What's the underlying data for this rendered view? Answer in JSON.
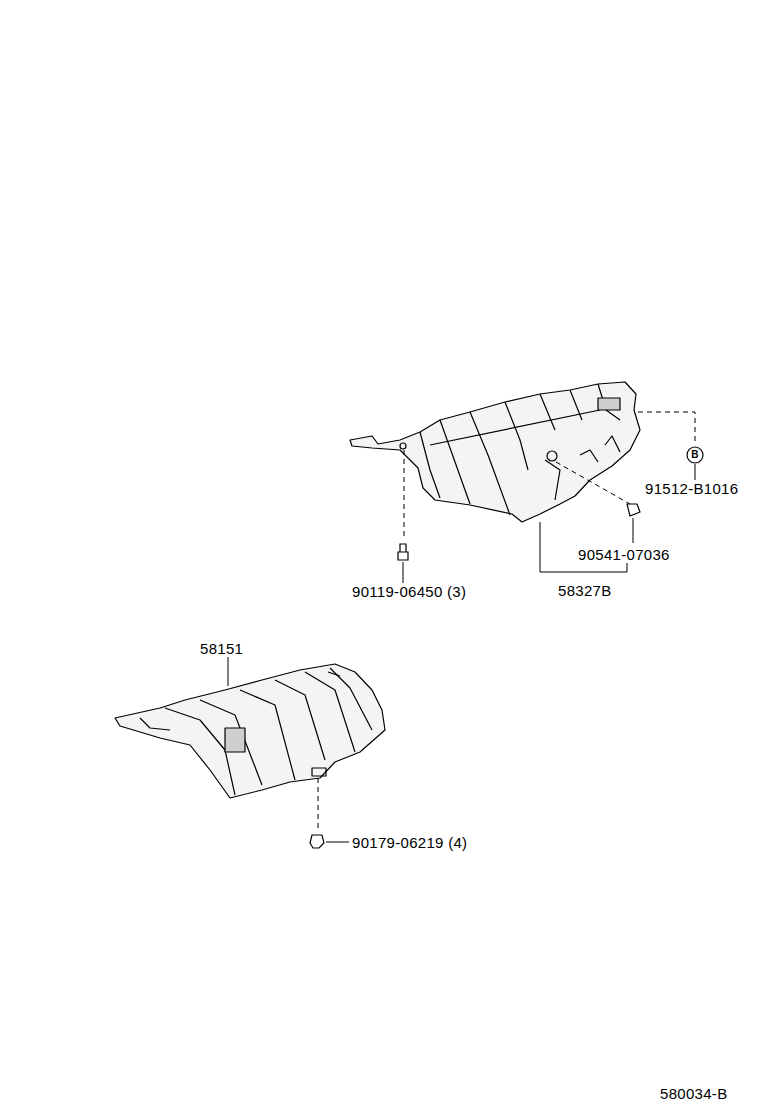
{
  "diagram": {
    "labels": [
      "B",
      "91512-B1016",
      "90541-07036",
      "90119-06450 (3)",
      "58327B",
      "58151",
      "90179-06219 (4)",
      "580034-B"
    ]
  }
}
